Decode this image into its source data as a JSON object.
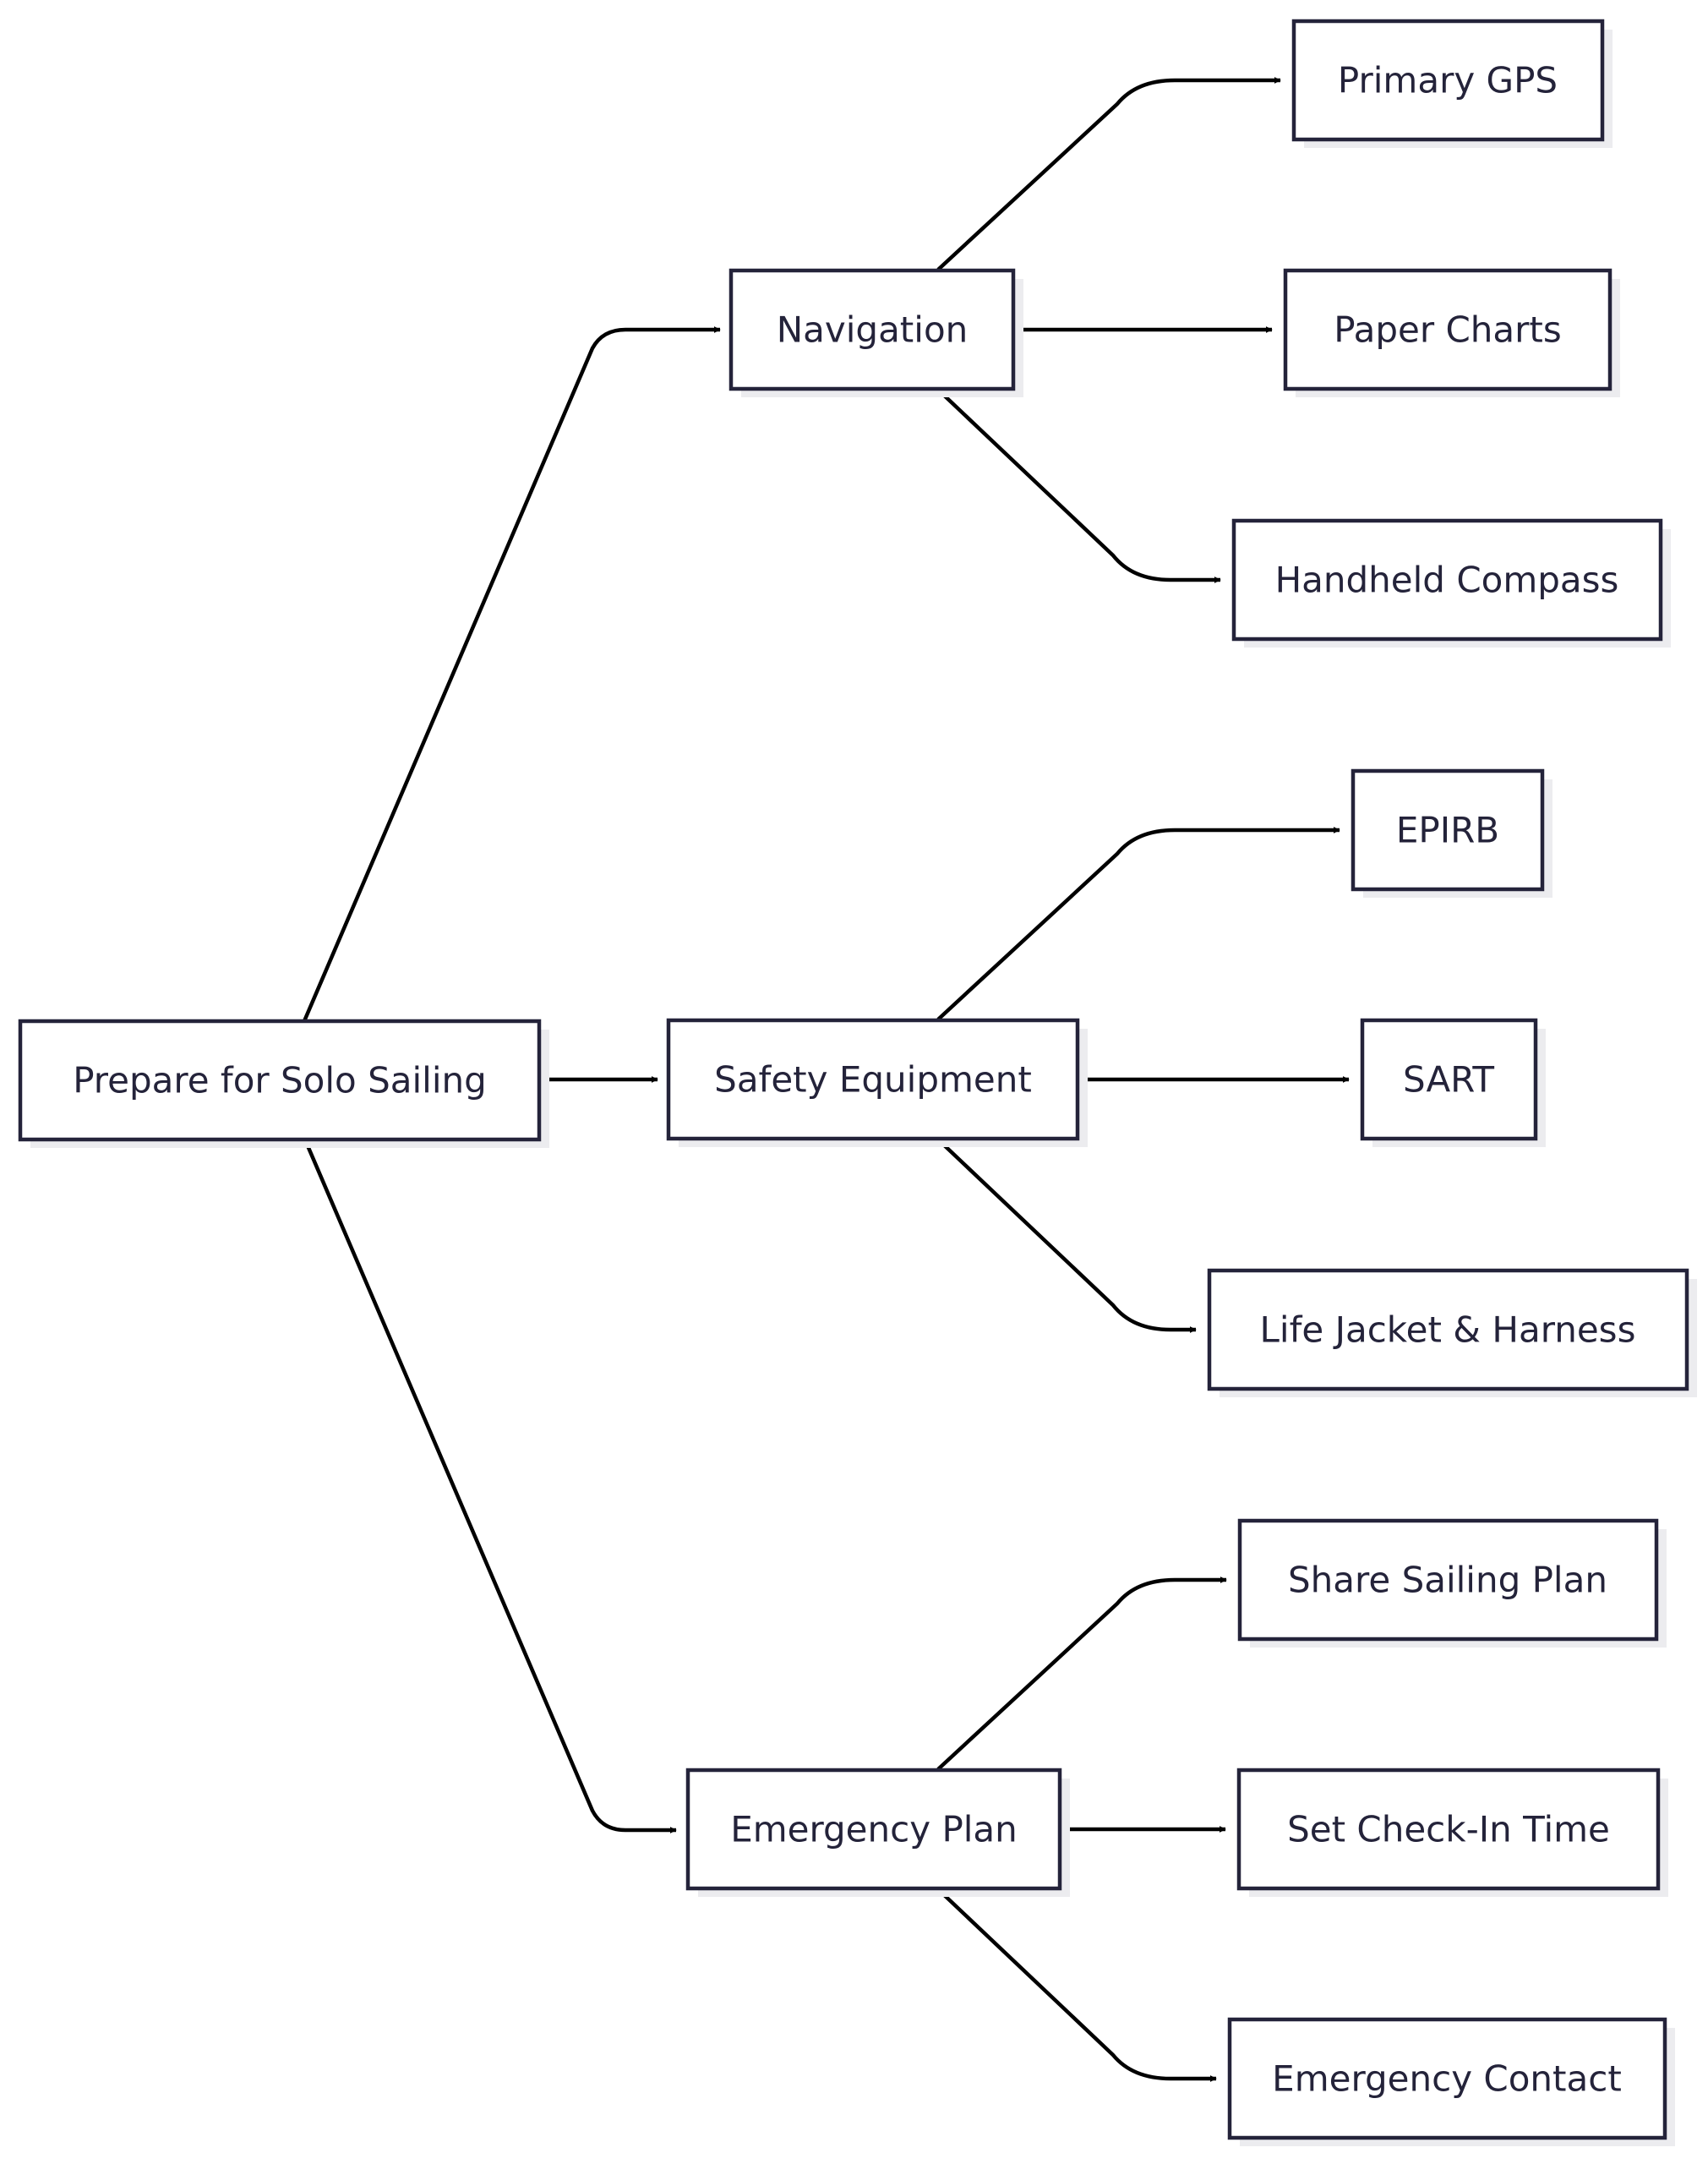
{
  "diagram": {
    "type": "flowchart",
    "direction": "left-to-right",
    "colors": {
      "node_border": "#24233a",
      "node_fill": "#ffffff",
      "text": "#24233a",
      "edge": "#000000",
      "shadow": "#ececef"
    },
    "nodes": [
      {
        "id": "root",
        "label": "Prepare for Solo Sailing"
      },
      {
        "id": "navigation",
        "label": "Navigation"
      },
      {
        "id": "safety",
        "label": "Safety Equipment"
      },
      {
        "id": "emergency",
        "label": "Emergency Plan"
      },
      {
        "id": "gps",
        "label": "Primary GPS"
      },
      {
        "id": "charts",
        "label": "Paper Charts"
      },
      {
        "id": "compass",
        "label": "Handheld Compass"
      },
      {
        "id": "epirb",
        "label": "EPIRB"
      },
      {
        "id": "sart",
        "label": "SART"
      },
      {
        "id": "lifejacket",
        "label": "Life Jacket & Harness"
      },
      {
        "id": "plan",
        "label": "Share Sailing Plan"
      },
      {
        "id": "checkin",
        "label": "Set Check-In Time"
      },
      {
        "id": "contact",
        "label": "Emergency Contact"
      }
    ],
    "edges": [
      {
        "from": "root",
        "to": "navigation"
      },
      {
        "from": "root",
        "to": "safety"
      },
      {
        "from": "root",
        "to": "emergency"
      },
      {
        "from": "navigation",
        "to": "gps"
      },
      {
        "from": "navigation",
        "to": "charts"
      },
      {
        "from": "navigation",
        "to": "compass"
      },
      {
        "from": "safety",
        "to": "epirb"
      },
      {
        "from": "safety",
        "to": "sart"
      },
      {
        "from": "safety",
        "to": "lifejacket"
      },
      {
        "from": "emergency",
        "to": "plan"
      },
      {
        "from": "emergency",
        "to": "checkin"
      },
      {
        "from": "emergency",
        "to": "contact"
      }
    ]
  }
}
